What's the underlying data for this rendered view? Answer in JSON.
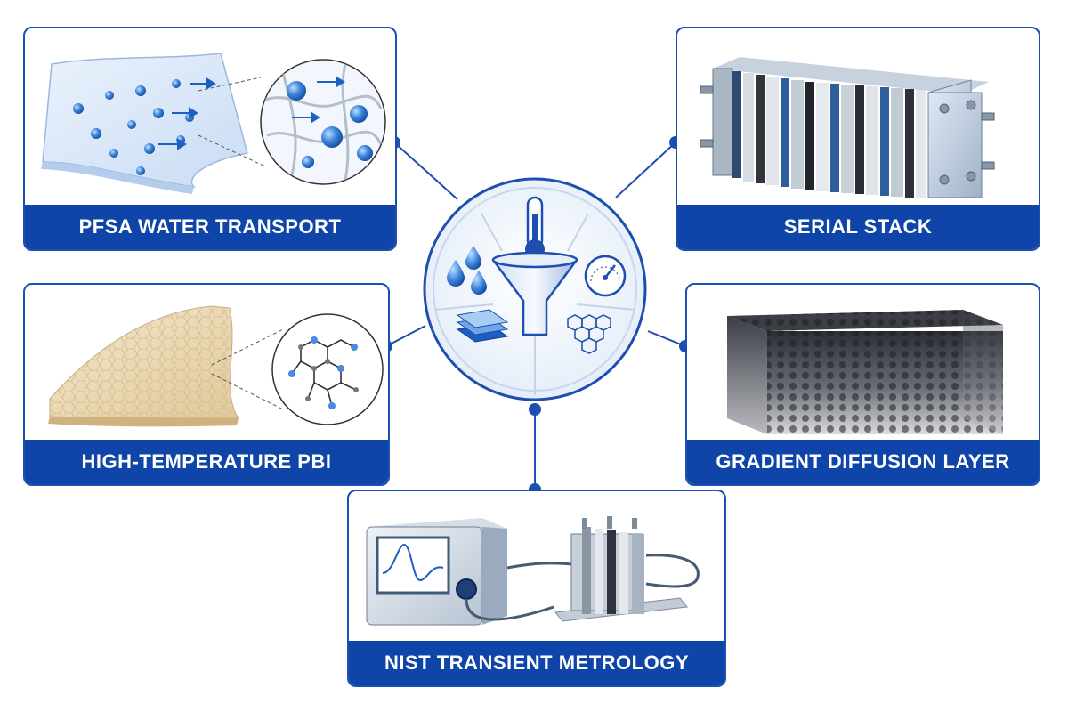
{
  "colors": {
    "accent": "#0f44a8",
    "line": "#1d4fb0",
    "light_blue": "#4a8be0"
  },
  "hub": {
    "icons": [
      "water-drops-icon",
      "thermometer-icon",
      "gauge-icon",
      "funnel-icon",
      "membrane-layers-icon",
      "hexagon-lattice-icon"
    ]
  },
  "panels": [
    {
      "id": "pfsa",
      "label": "PFSA WATER TRANSPORT",
      "icon": "pfsa-membrane-illustration"
    },
    {
      "id": "serial",
      "label": "SERIAL STACK",
      "icon": "fuel-cell-stack-illustration"
    },
    {
      "id": "pbi",
      "label": "HIGH-TEMPERATURE PBI",
      "icon": "pbi-membrane-illustration"
    },
    {
      "id": "gdl",
      "label": "GRADIENT DIFFUSION LAYER",
      "icon": "porous-block-illustration"
    },
    {
      "id": "nist",
      "label": "NIST TRANSIENT METROLOGY",
      "icon": "test-station-illustration"
    }
  ]
}
